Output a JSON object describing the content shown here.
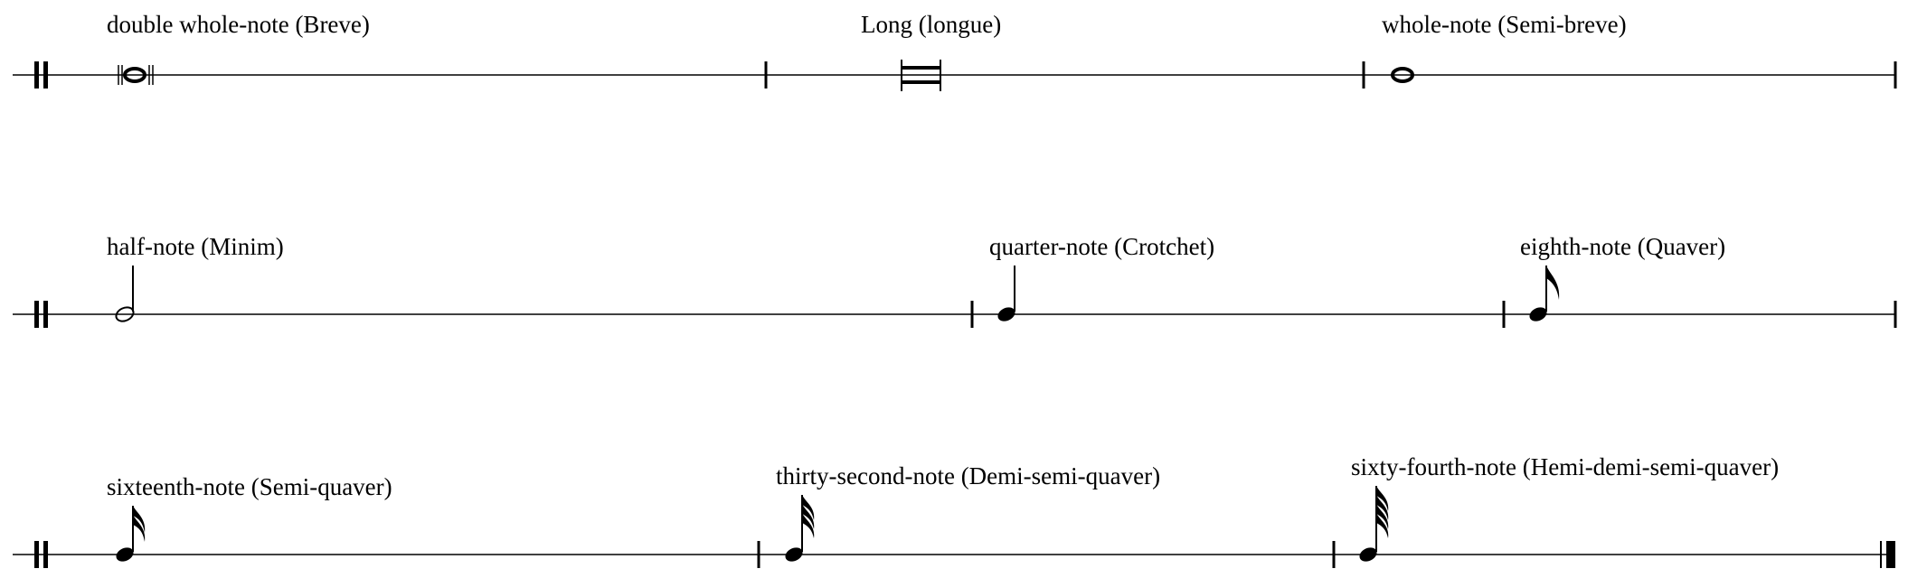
{
  "rows": [
    {
      "start": "double-bar",
      "end": "barline",
      "notes": [
        {
          "label": "double whole-note (Breve)",
          "glyph": "breve-icon"
        },
        {
          "label": "Long (longue)",
          "glyph": "long-icon"
        },
        {
          "label": "whole-note (Semi-breve)",
          "glyph": "whole-note-icon"
        }
      ]
    },
    {
      "start": "double-bar",
      "end": "barline",
      "notes": [
        {
          "label": "half-note (Minim)",
          "glyph": "half-note-icon"
        },
        {
          "label": "quarter-note (Crotchet)",
          "glyph": "quarter-note-icon"
        },
        {
          "label": "eighth-note (Quaver)",
          "glyph": "eighth-note-icon"
        }
      ]
    },
    {
      "start": "double-bar",
      "end": "final-bar",
      "notes": [
        {
          "label": "sixteenth-note (Semi-quaver)",
          "glyph": "sixteenth-note-icon"
        },
        {
          "label": "thirty-second-note (Demi-semi-quaver)",
          "glyph": "thirty-second-note-icon"
        },
        {
          "label": "sixty-fourth-note (Hemi-demi-semi-quaver)",
          "glyph": "sixty-fourth-note-icon"
        }
      ]
    }
  ]
}
